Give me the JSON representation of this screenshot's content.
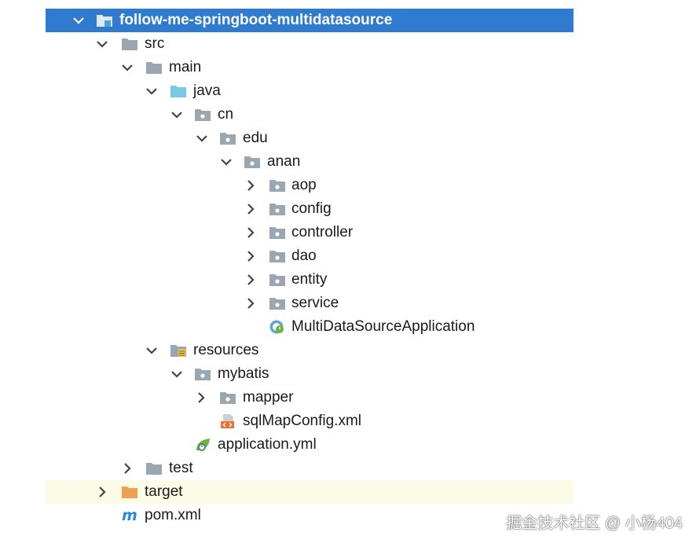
{
  "tree": {
    "rows": [
      {
        "id": "root",
        "label": "follow-me-springboot-multidatasource",
        "icon": "module-folder-icon",
        "expanded": true,
        "selected": true
      },
      {
        "id": "src",
        "label": "src",
        "icon": "folder-icon",
        "expanded": true
      },
      {
        "id": "main",
        "label": "main",
        "icon": "folder-icon",
        "expanded": true
      },
      {
        "id": "java",
        "label": "java",
        "icon": "source-root-folder-icon",
        "expanded": true
      },
      {
        "id": "cn",
        "label": "cn",
        "icon": "package-icon",
        "expanded": true
      },
      {
        "id": "edu",
        "label": "edu",
        "icon": "package-icon",
        "expanded": true
      },
      {
        "id": "anan",
        "label": "anan",
        "icon": "package-icon",
        "expanded": true
      },
      {
        "id": "aop",
        "label": "aop",
        "icon": "package-icon",
        "expanded": false
      },
      {
        "id": "config",
        "label": "config",
        "icon": "package-icon",
        "expanded": false
      },
      {
        "id": "controller",
        "label": "controller",
        "icon": "package-icon",
        "expanded": false
      },
      {
        "id": "dao",
        "label": "dao",
        "icon": "package-icon",
        "expanded": false
      },
      {
        "id": "entity",
        "label": "entity",
        "icon": "package-icon",
        "expanded": false
      },
      {
        "id": "service",
        "label": "service",
        "icon": "package-icon",
        "expanded": false
      },
      {
        "id": "app",
        "label": "MultiDataSourceApplication",
        "icon": "spring-boot-class-icon",
        "expanded": null
      },
      {
        "id": "resources",
        "label": "resources",
        "icon": "resources-folder-icon",
        "expanded": true
      },
      {
        "id": "mybatis",
        "label": "mybatis",
        "icon": "package-icon",
        "expanded": true
      },
      {
        "id": "mapper",
        "label": "mapper",
        "icon": "package-icon",
        "expanded": false
      },
      {
        "id": "sqlmap",
        "label": "sqlMapConfig.xml",
        "icon": "xml-file-icon",
        "expanded": null
      },
      {
        "id": "appyml",
        "label": "application.yml",
        "icon": "spring-yml-icon",
        "expanded": null
      },
      {
        "id": "test",
        "label": "test",
        "icon": "folder-icon",
        "expanded": false
      },
      {
        "id": "target",
        "label": "target",
        "icon": "excluded-folder-icon",
        "expanded": false,
        "excluded": true
      },
      {
        "id": "pom",
        "label": "pom.xml",
        "icon": "maven-icon",
        "expanded": null
      }
    ]
  },
  "colors": {
    "selection": "#2e7bcf",
    "excluded_row": "#fcfbe6",
    "folder_gray": "#9aa7b0",
    "source_blue": "#7ac8e8",
    "excluded_orange": "#f0a050",
    "maven_blue": "#2e86de",
    "spring_green": "#6db33f"
  },
  "watermark": "掘金技术社区 @ 小杨404"
}
